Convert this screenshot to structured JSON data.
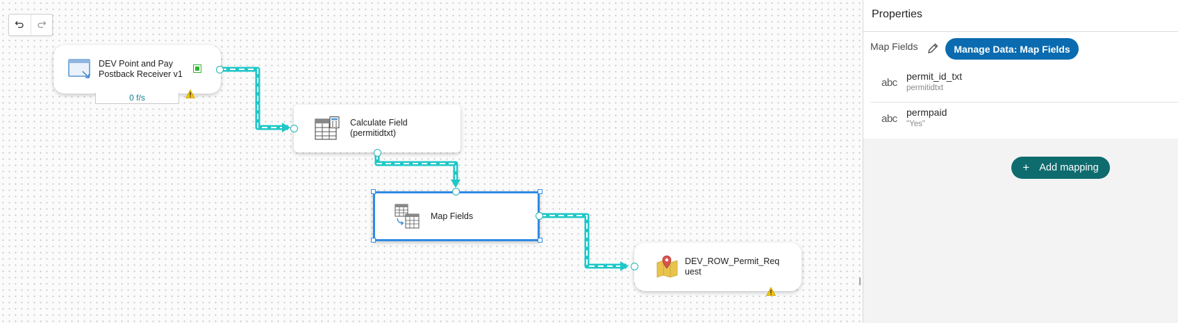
{
  "toolbar": {
    "undo_icon": "undo-icon",
    "redo_icon": "redo-icon"
  },
  "nodes": {
    "source": {
      "label_line1": "DEV Point and Pay",
      "label_line2": "Postback Receiver v1",
      "rate": "0 f/s",
      "icon": "feed-window-icon",
      "status": "running",
      "warning": true
    },
    "calc": {
      "label_line1": "Calculate Field",
      "label_line2": "(permitidtxt)",
      "icon": "calculator-table-icon"
    },
    "map": {
      "label": "Map Fields",
      "icon": "map-fields-icon",
      "selected": true
    },
    "dest": {
      "label_line1": "DEV_ROW_Permit_Req",
      "label_line2": "uest",
      "icon": "map-pin-icon",
      "warning": true
    }
  },
  "panel": {
    "title": "Properties",
    "step_name": "Map Fields",
    "manage_button": "Manage Data: Map Fields",
    "fields": [
      {
        "type": "abc",
        "name": "permit_id_txt",
        "source": "permitidtxt"
      },
      {
        "type": "abc",
        "name": "permpaid",
        "source": "\"Yes\""
      }
    ],
    "add_button": "Add mapping"
  },
  "colors": {
    "accent": "#1fc7c7",
    "selection": "#2d8ae6",
    "manage_button": "#0a6bb0",
    "add_button": "#0e6b6e",
    "warning": "#f2c200"
  }
}
